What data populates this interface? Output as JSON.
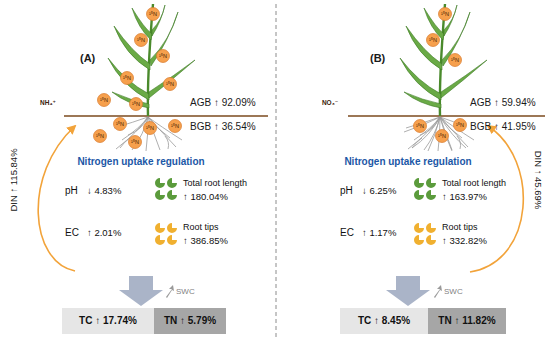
{
  "diagram": {
    "nodes": [
      {
        "text": [
          "NH₄⁺"
        ]
      },
      {
        "text": [
          "Nitrogen uptake regulation",
          "pH",
          "↓ 4.83%",
          "EC",
          "↑ 2.01%",
          "Total root length",
          "↑ 180.04%",
          "Root tips",
          "↑ 386.85%"
        ]
      },
      {
        "text": [
          "TC ↑ 17.74%"
        ]
      },
      {
        "text": [
          "TN ↑ 5.79%"
        ]
      },
      {
        "text": [
          "NO₃⁻"
        ]
      },
      {
        "text": [
          "Nitrogen uptake regulation",
          "pH",
          "↓ 6.25%",
          "EC",
          "↑ 1.17%",
          "Total root length",
          "↑ 163.97%",
          "Root tips",
          "↑ 332.82%"
        ]
      },
      {
        "text": [
          "TC ↑ 8.45%"
        ]
      },
      {
        "text": [
          "TN ↑ 11.82%"
        ]
      }
    ],
    "labels": [
      "(A)",
      "AGB ↑ 92.09%",
      "BGB ↑ 36.54%",
      "DIN ↑ 115.84%",
      "SWC",
      "¹⁵N",
      "¹⁵N",
      "¹⁵N",
      "¹⁵N",
      "¹⁵N",
      "¹⁵N",
      "¹⁵N",
      "¹⁵N",
      "¹⁵N",
      "¹⁵N",
      "¹⁵N",
      "¹⁵N",
      "(B)",
      "AGB ↑ 59.94%",
      "BGB ↑ 41.95%",
      "DIN ↑ 45.69%",
      "SWC",
      "¹⁵N",
      "¹⁵N",
      "¹⁵N",
      "¹⁵N",
      "¹⁵N",
      "¹⁵N"
    ]
  }
}
